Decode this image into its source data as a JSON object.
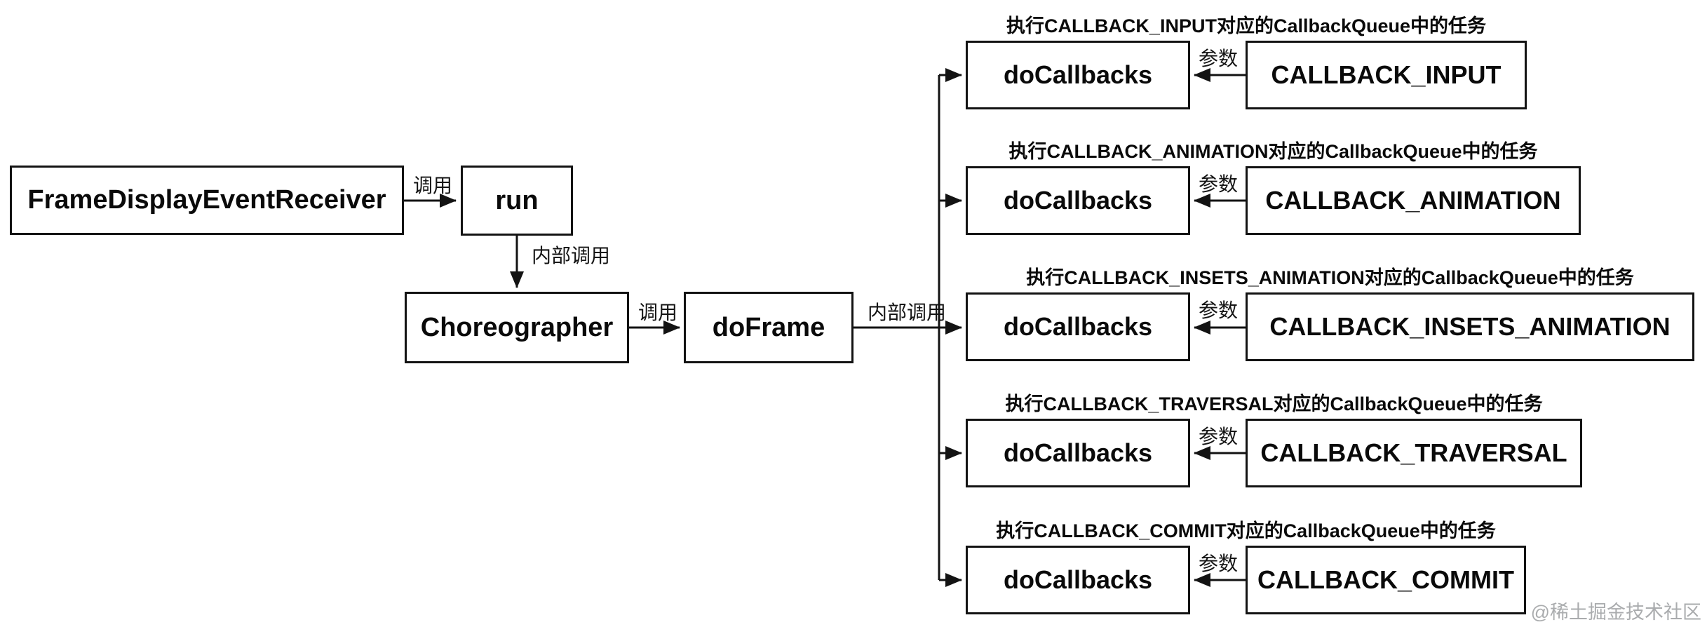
{
  "diagram": {
    "nodes": {
      "receiver": "FrameDisplayEventReceiver",
      "run": "run",
      "choreographer": "Choreographer",
      "doframe": "doFrame"
    },
    "edge_labels": {
      "call1": "调用",
      "internal1": "内部调用",
      "call2": "调用",
      "internal2": "内部调用"
    },
    "rows": [
      {
        "caption": "执行CALLBACK_INPUT对应的CallbackQueue中的任务",
        "do_callbacks": "doCallbacks",
        "param": "参数",
        "callback": "CALLBACK_INPUT"
      },
      {
        "caption": "执行CALLBACK_ANIMATION对应的CallbackQueue中的任务",
        "do_callbacks": "doCallbacks",
        "param": "参数",
        "callback": "CALLBACK_ANIMATION"
      },
      {
        "caption": "执行CALLBACK_INSETS_ANIMATION对应的CallbackQueue中的任务",
        "do_callbacks": "doCallbacks",
        "param": "参数",
        "callback": "CALLBACK_INSETS_ANIMATION"
      },
      {
        "caption": "执行CALLBACK_TRAVERSAL对应的CallbackQueue中的任务",
        "do_callbacks": "doCallbacks",
        "param": "参数",
        "callback": "CALLBACK_TRAVERSAL"
      },
      {
        "caption": "执行CALLBACK_COMMIT对应的CallbackQueue中的任务",
        "do_callbacks": "doCallbacks",
        "param": "参数",
        "callback": "CALLBACK_COMMIT"
      }
    ],
    "watermark": "@稀土掘金技术社区",
    "colors": {
      "line": "#131313",
      "background": "#ffffff",
      "text": "#0a0a0a",
      "watermark": "#aaacae"
    }
  }
}
